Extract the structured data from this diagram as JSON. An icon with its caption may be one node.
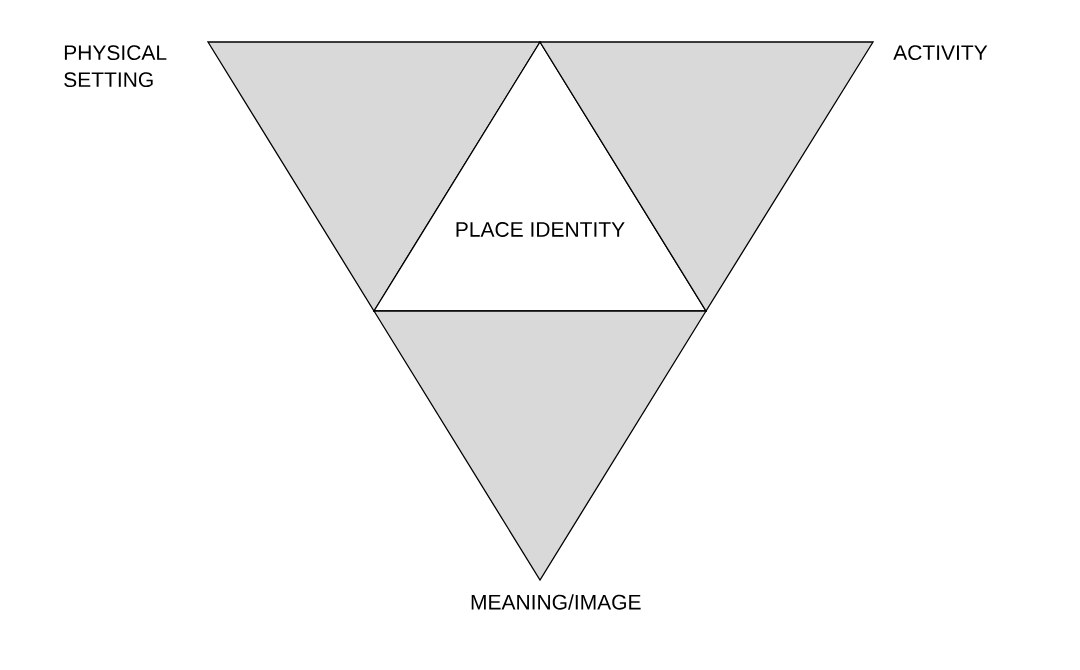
{
  "diagram": {
    "nodes": [
      {
        "text": [],
        "shape": "triangle",
        "beside": [
          "PHYSICAL SETTING"
        ]
      },
      {
        "text": [
          "PLACE IDENTITY"
        ]
      },
      {
        "text": [],
        "shape": "triangle",
        "beside": [
          "ACTIVITY"
        ]
      },
      {
        "text": [],
        "shape": "triangle",
        "beside": [
          "MEANING/IMAGE"
        ]
      }
    ]
  }
}
